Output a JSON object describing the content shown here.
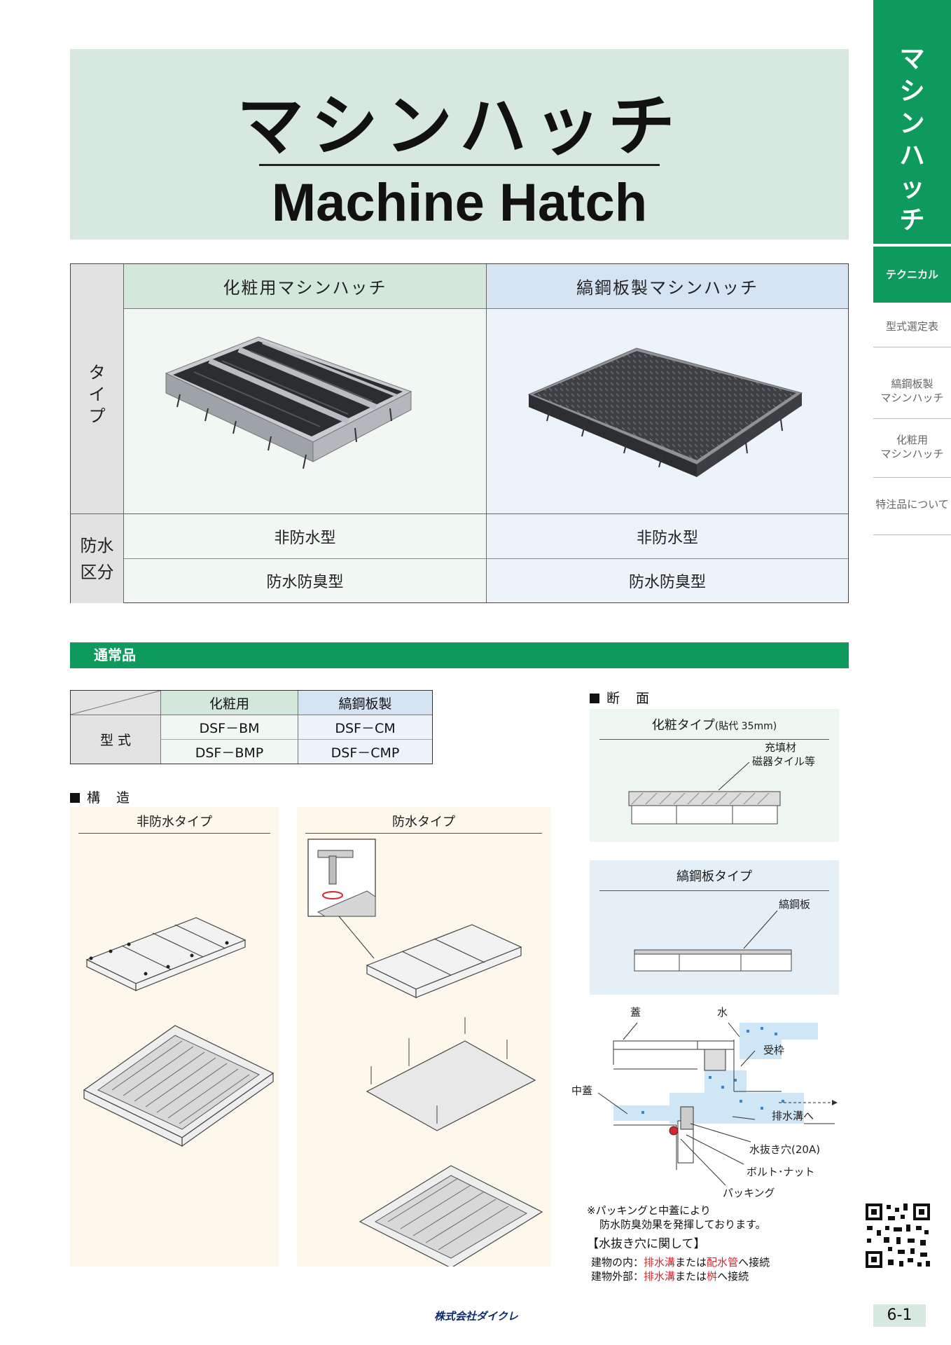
{
  "title": {
    "jp": "マシンハッチ",
    "en": "Machine Hatch"
  },
  "sidebar": {
    "heading": [
      "マ",
      "シ",
      "ン",
      "ハ",
      "ッ",
      "チ"
    ],
    "active_tab": "テクニカル",
    "items": [
      {
        "lines": [
          "型式選定表"
        ]
      },
      {
        "lines": [
          "縞鋼板製",
          "マシンハッチ"
        ]
      },
      {
        "lines": [
          "化粧用",
          "マシンハッチ"
        ]
      },
      {
        "lines": [
          "特注品について"
        ]
      }
    ]
  },
  "type_table": {
    "row_label_type": [
      "タ",
      "イ",
      "プ"
    ],
    "row_label_water": [
      "防水",
      "区分"
    ],
    "col1_header": "化粧用マシンハッチ",
    "col2_header": "縞鋼板製マシンハッチ",
    "col1_nonwater": "非防水型",
    "col2_nonwater": "非防水型",
    "col1_water": "防水防臭型",
    "col2_water": "防水防臭型"
  },
  "section_bar": "通常品",
  "model_table": {
    "header_cosmetic": "化粧用",
    "header_checker": "縞鋼板製",
    "row_label": "型 式",
    "cells": [
      [
        "DSF－BM",
        "DSF－CM"
      ],
      [
        "DSF－BMP",
        "DSF－CMP"
      ]
    ]
  },
  "structure": {
    "heading": "構　造",
    "non_water": "非防水タイプ",
    "water": "防水タイプ"
  },
  "section": {
    "heading": "断　面",
    "cosmetic_title": "化粧タイプ",
    "cosmetic_sub": "(貼代 35mm)",
    "cosmetic_labels": [
      "充填材",
      "磁器タイル等"
    ],
    "checker_title": "縞鋼板タイプ",
    "checker_label": "縞鋼板"
  },
  "detail_labels": {
    "lid": "蓋",
    "water": "水",
    "frame": "受枠",
    "inner_lid": "中蓋",
    "to_drain": "排水溝へ",
    "drain_hole": "水抜き穴(20A)",
    "bolt": "ボルト･ナット",
    "packing": "パッキング"
  },
  "notes": {
    "packing_note": [
      "※パッキングと中蓋により",
      "防水防臭効果を発揮しております。"
    ],
    "drain_heading": "【水抜き穴に関して】",
    "inside": {
      "prefix": "建物の内：",
      "a": "排水溝",
      "mid": "または",
      "b": "配水管",
      "suffix": "へ接続"
    },
    "outside": {
      "prefix": "建物外部：",
      "a": "排水溝",
      "mid": "または",
      "b": "桝",
      "suffix": "へ接続"
    }
  },
  "footer": {
    "logo": "株式会社ダイクレ",
    "page": "6-1"
  },
  "colors": {
    "brand_green": "#0e9a5c",
    "title_band": "#d7e9df",
    "highlight_red": "#d9252a"
  }
}
